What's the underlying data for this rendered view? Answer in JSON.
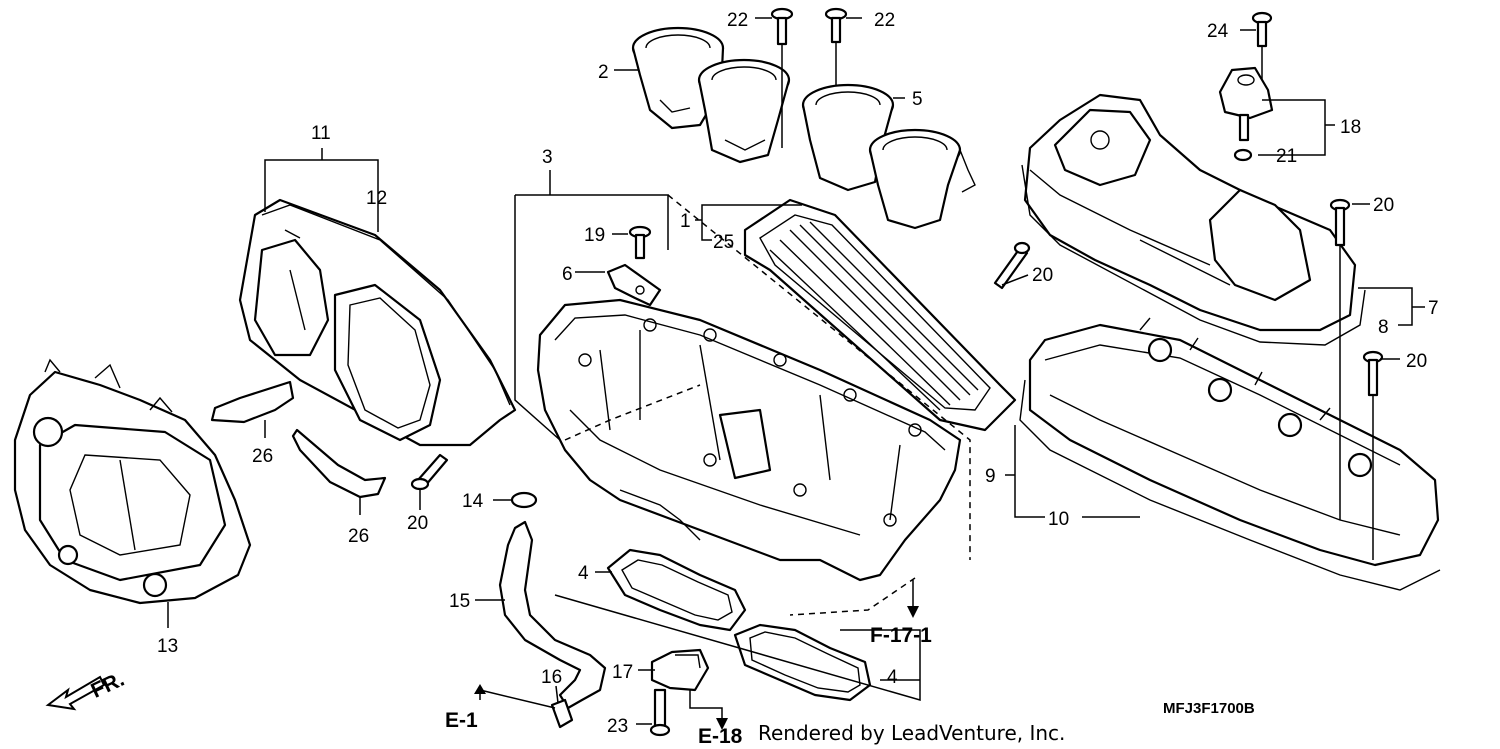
{
  "callouts": {
    "c1": "1",
    "c2": "2",
    "c3": "3",
    "c4a": "4",
    "c4b": "4",
    "c5": "5",
    "c6": "6",
    "c7": "7",
    "c8": "8",
    "c9": "9",
    "c10": "10",
    "c11": "11",
    "c12": "12",
    "c13": "13",
    "c14": "14",
    "c15": "15",
    "c16": "16",
    "c17": "17",
    "c18": "18",
    "c19": "19",
    "c20a": "20",
    "c20b": "20",
    "c20c": "20",
    "c20d": "20",
    "c21": "21",
    "c22a": "22",
    "c22b": "22",
    "c23": "23",
    "c24": "24",
    "c25": "25",
    "c26a": "26",
    "c26b": "26"
  },
  "references": {
    "f17": "F-17-1",
    "e1": "E-1",
    "e18": "E-18"
  },
  "front_marker": "FR.",
  "diagram_code": "MFJ3F1700B",
  "credit": "Rendered by LeadVenture, Inc."
}
